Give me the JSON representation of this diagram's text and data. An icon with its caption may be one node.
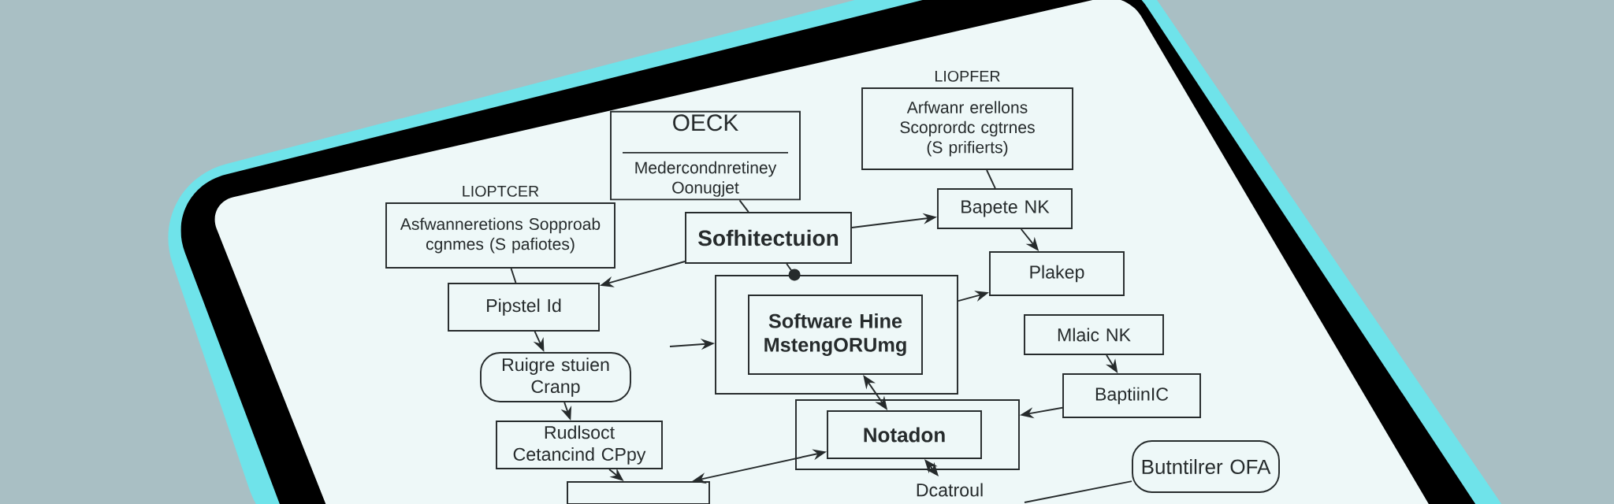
{
  "diagram": {
    "nodes": [
      {
        "text": [
          "OECK",
          "Medercondnretiney Oonugjet"
        ]
      },
      {
        "text": [
          "LIOPTCER",
          "Asfwanneretions Sopproab cgnmes (S pafiotes)"
        ]
      },
      {
        "text": [
          "LIOPFER",
          "Arfwanr erellons Scoprordc cgtrnes (S prifierts)"
        ]
      },
      {
        "text": [
          "Sofhitectuion"
        ]
      },
      {
        "text": [
          "Bapete NK"
        ]
      },
      {
        "text": [
          "Pipstel Id"
        ]
      },
      {
        "text": [],
        "shape": "box"
      },
      {
        "text": [
          "Software Hine MstengORUmg"
        ],
        "in": 6
      },
      {
        "text": [
          "Plakep"
        ]
      },
      {
        "text": [
          "Mlaic NK"
        ]
      },
      {
        "text": [
          "BaptiinIC"
        ]
      },
      {
        "text": [
          "Ruigre stuien Cranp"
        ]
      },
      {
        "text": [
          "Rudlsoct Cetancind CPpy"
        ]
      },
      {
        "text": [],
        "shape": "box"
      },
      {
        "text": [
          "Notadon"
        ],
        "in": 13
      },
      {
        "text": [
          "Butntilrer OFA"
        ]
      },
      {
        "text": [
          "Dcatroul"
        ]
      },
      {
        "text": [],
        "shape": "box"
      }
    ],
    "edges": [
      {
        "from": 0,
        "to": 3,
        "arrow": "none"
      },
      {
        "from": 1,
        "to": 5,
        "arrow": "none"
      },
      {
        "from": 2,
        "to": 4,
        "arrow": "none"
      },
      {
        "from": 3,
        "to": 5,
        "arrow": "to"
      },
      {
        "from": 3,
        "to": 4,
        "arrow": "to"
      },
      {
        "from": 3,
        "to": 6,
        "arrow": "other"
      },
      {
        "from": 4,
        "to": 8,
        "arrow": "to"
      },
      {
        "from": 6,
        "to": 8,
        "arrow": "to"
      },
      {
        "from": 9,
        "to": 10,
        "arrow": "to"
      },
      {
        "from": 5,
        "to": 11,
        "arrow": "to"
      },
      {
        "from": 11,
        "to": 12,
        "arrow": "to"
      },
      {
        "from": 12,
        "to": 17,
        "arrow": "to"
      },
      {
        "from": 7,
        "to": 14,
        "arrow": "both"
      },
      {
        "from": 14,
        "to": 16,
        "arrow": "both"
      },
      {
        "from": 10,
        "to": 13,
        "arrow": "to"
      },
      {
        "from": 14,
        "to": 17,
        "arrow": "both"
      },
      {
        "from": null,
        "to": 6,
        "arrow": "to"
      },
      {
        "from": 15,
        "to": null,
        "arrow": "none"
      }
    ]
  }
}
